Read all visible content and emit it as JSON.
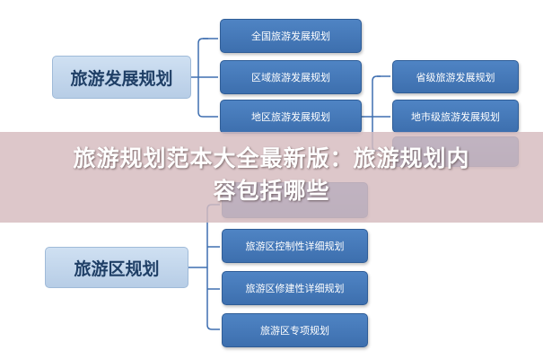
{
  "diagram": {
    "tourism_development_planning": {
      "label": "旅游发展规划",
      "children": [
        "全国旅游发展规划",
        "区域旅游发展规划",
        "地区旅游发展规划"
      ],
      "regional_children": [
        "省级旅游发展规划",
        "地市级旅游发展规划"
      ]
    },
    "tourism_area_planning": {
      "label": "旅游区规划",
      "children": [
        "旅游区控制性详细规划",
        "旅游区修建性详细规划",
        "旅游区专项规划"
      ]
    }
  },
  "banner": {
    "title_line1": "旅游规划范本大全最新版：旅游规划内",
    "title_line2": "容包括哪些"
  },
  "colors": {
    "node_blue": "#4a7fc0",
    "main_node_fill": "#c6d9ee",
    "main_node_text": "#1f3f66",
    "connector": "#3f6fb0",
    "banner_overlay": "#d6bcc0"
  }
}
